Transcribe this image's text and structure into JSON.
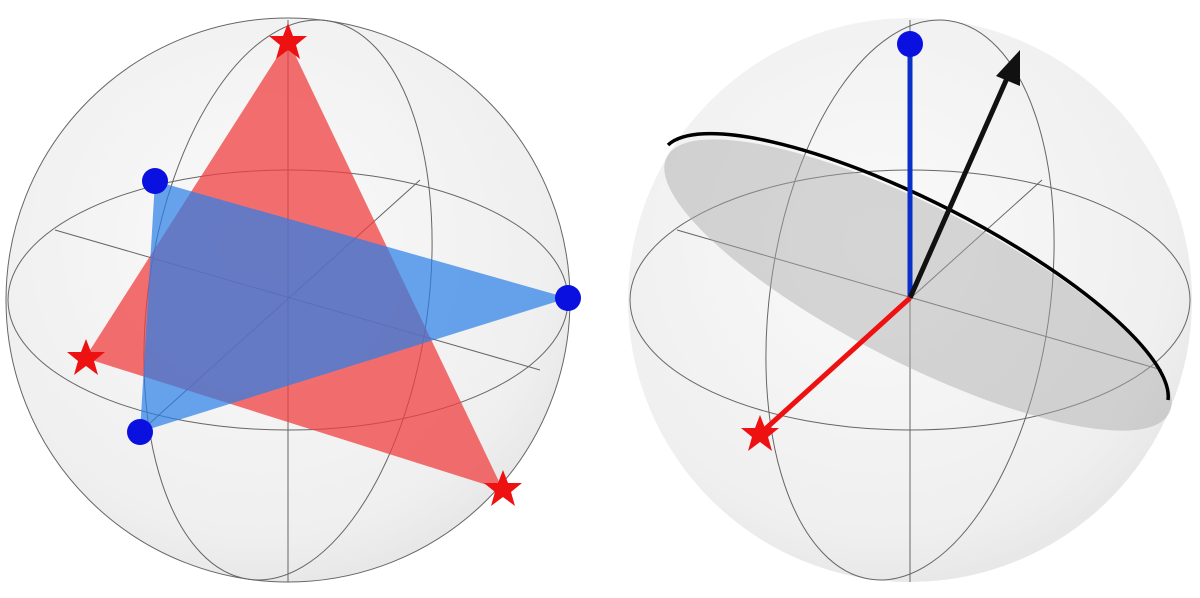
{
  "colors": {
    "sphere_fill": "#eeeeee",
    "grid_line": "#555555",
    "red": "#ee1111",
    "red_plane": "#f04040",
    "blue": "#0a10e0",
    "blue_plane": "#2a7fe8",
    "arrow": "#111111",
    "disk": "#bdbdbd"
  },
  "spheres": [
    {
      "name": "left-bloch-sphere",
      "markers": [
        "red-star",
        "red-star",
        "red-star",
        "blue-dot",
        "blue-dot",
        "blue-dot"
      ]
    },
    {
      "name": "right-bloch-sphere",
      "markers": [
        "blue-dot",
        "red-star",
        "black-arrow"
      ]
    }
  ]
}
